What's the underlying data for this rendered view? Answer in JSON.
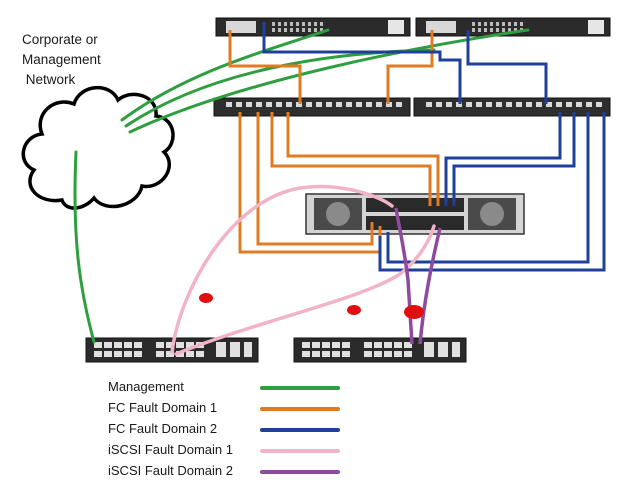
{
  "network_label": [
    "Corporate or",
    "Management",
    " Network"
  ],
  "colors": {
    "management": "#2e9e3e",
    "fc1": "#e07b23",
    "fc2": "#1f3f9c",
    "iscsi1": "#f2b3c8",
    "iscsi2": "#8e4a9e",
    "fault": "#e01010"
  },
  "legend": [
    {
      "key": "management",
      "label": "Management",
      "icon": "green-line"
    },
    {
      "key": "fc1",
      "label": "FC Fault Domain 1",
      "icon": "orange-line"
    },
    {
      "key": "fc2",
      "label": "FC Fault Domain 2",
      "icon": "blue-line"
    },
    {
      "key": "iscsi1",
      "label": "iSCSI Fault Domain 1",
      "icon": "pink-line"
    },
    {
      "key": "iscsi2",
      "label": "iSCSI Fault Domain 2",
      "icon": "purple-line"
    }
  ],
  "devices": [
    {
      "id": "server-1",
      "kind": "server"
    },
    {
      "id": "server-2",
      "kind": "server"
    },
    {
      "id": "fc-switch-1",
      "kind": "fc-switch"
    },
    {
      "id": "fc-switch-2",
      "kind": "fc-switch"
    },
    {
      "id": "storage-array",
      "kind": "storage"
    },
    {
      "id": "ethernet-switch-1",
      "kind": "ethernet-switch"
    },
    {
      "id": "ethernet-switch-2",
      "kind": "ethernet-switch"
    }
  ]
}
